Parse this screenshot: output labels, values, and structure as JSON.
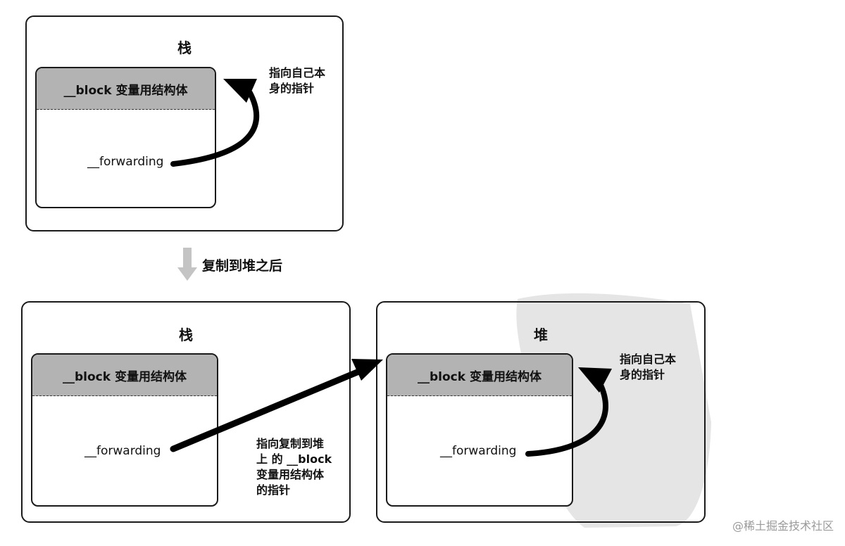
{
  "top": {
    "stack_title": "栈",
    "struct_label": "__block 变量用结构体",
    "forwarding_label": "__forwarding",
    "self_pointer_note": [
      "指向自己本",
      "身的指针"
    ]
  },
  "transition": {
    "label": "复制到堆之后"
  },
  "bottom_stack": {
    "title": "栈",
    "struct_label": "__block 变量用结构体",
    "forwarding_label": "__forwarding",
    "pointer_note": [
      "指向复制到堆",
      "上 的 __block",
      "变量用结构体",
      "的指针"
    ]
  },
  "bottom_heap": {
    "title": "堆",
    "struct_label": "__block 变量用结构体",
    "forwarding_label": "__forwarding",
    "self_pointer_note": [
      "指向自己本",
      "身的指针"
    ]
  },
  "watermark": "@稀土掘金技术社区",
  "colors": {
    "header_fill": "#b3b3b3",
    "border": "#1a1a1a",
    "arrow": "#000000",
    "down_arrow": "#bdbdbd",
    "stamp": "#d9d9d9"
  }
}
